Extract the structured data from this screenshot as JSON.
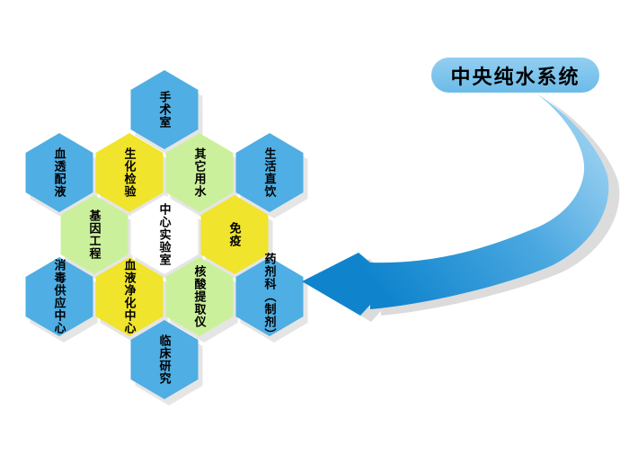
{
  "title_pill": {
    "label": "中央纯水系统"
  },
  "diagram": {
    "center_label": "中心实验室",
    "hexagons": [
      {
        "id": "shoushushi",
        "label": "手术室",
        "color": "blue"
      },
      {
        "id": "xuetou-peiye",
        "label": "血透配液",
        "color": "blue"
      },
      {
        "id": "shenghua-jianyan",
        "label": "生化检验",
        "color": "yellow"
      },
      {
        "id": "qita-yongshui",
        "label": "其它用水",
        "color": "green"
      },
      {
        "id": "shenghuo-zhiyin",
        "label": "生活直饮",
        "color": "blue"
      },
      {
        "id": "jiyin-gongcheng",
        "label": "基因工程",
        "color": "green"
      },
      {
        "id": "zhongxin-shiyanshi",
        "label": "中心实验室",
        "color": "white"
      },
      {
        "id": "mianyi",
        "label": "免疫",
        "color": "yellow"
      },
      {
        "id": "xiaodu-gongying",
        "label": "消毒供应中心",
        "color": "blue"
      },
      {
        "id": "xueye-jinghua",
        "label": "血液净化中心",
        "color": "yellow"
      },
      {
        "id": "hesuan-tiquyi",
        "label": "核酸提取仪",
        "color": "green"
      },
      {
        "id": "yaojike-zhiji",
        "label": "药剂科（制剂）",
        "color": "blue"
      },
      {
        "id": "linchuang-yanjiu",
        "label": "临床研究",
        "color": "blue"
      }
    ],
    "icons": {
      "arrow": "curved-swoosh-arrow-pointing-left"
    },
    "colors": {
      "blue": "#4FAEE3",
      "yellow": "#F0E42C",
      "green": "#CBF09C",
      "white": "#FFFFFF",
      "hex_shadow": "#D8D8D8",
      "arrow_light": "#9ED3F2",
      "arrow_mid": "#4BA8E0",
      "arrow_dark": "#0F84CD",
      "arrow_shadow": "#BFBFBF",
      "pill_top": "#92CEF1",
      "pill_bottom": "#6CBBE8",
      "text": "#000000"
    }
  }
}
